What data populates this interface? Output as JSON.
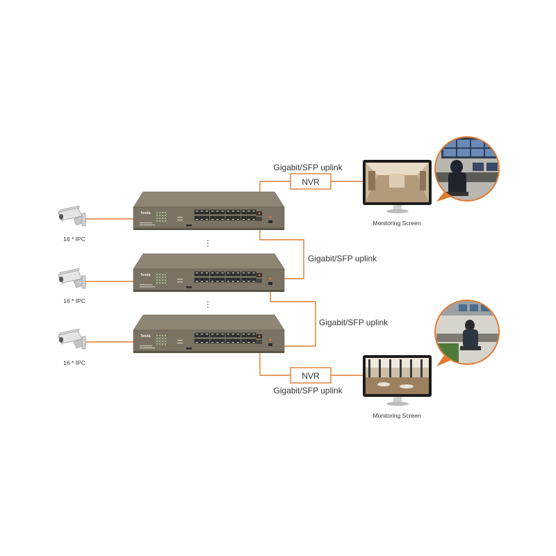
{
  "colors": {
    "link": "#e07a2e",
    "accent_text": "#d86a1f",
    "switch_body": "#7a7364",
    "switch_top": "#8d8675",
    "port": "#2e2e2e"
  },
  "switches": [
    {
      "brand": "Tenda"
    },
    {
      "brand": "Tenda"
    },
    {
      "brand": "Tenda"
    }
  ],
  "cameras": [
    {
      "label": "16 * IPC",
      "icon": "cctv-camera-icon"
    },
    {
      "label": "16 * IPC",
      "icon": "cctv-camera-icon"
    },
    {
      "label": "16 * IPC",
      "icon": "cctv-camera-icon"
    }
  ],
  "nvr": [
    {
      "label": "NVR",
      "uplink_label": "Gigabit/SFP uplink"
    },
    {
      "label": "NVR",
      "uplink_label": "Gigabit/SFP uplink"
    }
  ],
  "cascade_links": [
    {
      "label": "Gigabit/SFP uplink"
    },
    {
      "label": "Gigabit/SFP uplink"
    }
  ],
  "monitors": [
    {
      "label": "Monitoring Screen",
      "icon": "monitor-icon"
    },
    {
      "label": "Monitoring Screen",
      "icon": "monitor-icon"
    }
  ],
  "ellipsis": "⋮"
}
